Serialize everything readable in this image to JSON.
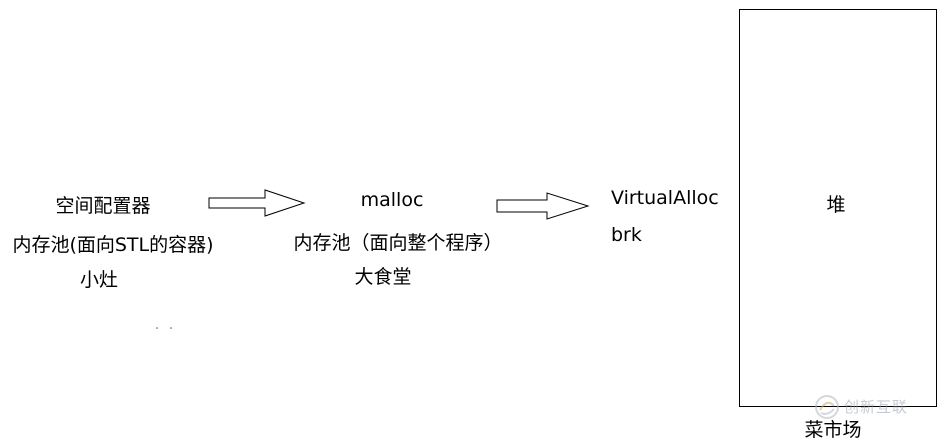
{
  "left_group": {
    "line1": "空间配置器",
    "line2": "内存池(面向STL的容器)",
    "line3": "小灶"
  },
  "middle_group": {
    "line1": "malloc",
    "line2": "内存池（面向整个程序）",
    "line3": "大食堂"
  },
  "right_group": {
    "line1": "VirtualAlloc",
    "line2": "brk"
  },
  "heap": {
    "label": "堆",
    "caption": "菜市场"
  },
  "watermark": {
    "text": "创新互联",
    "icon": "swirl-logo-icon"
  },
  "colors": {
    "stroke": "#000000",
    "watermark": "#9aa2ad"
  }
}
